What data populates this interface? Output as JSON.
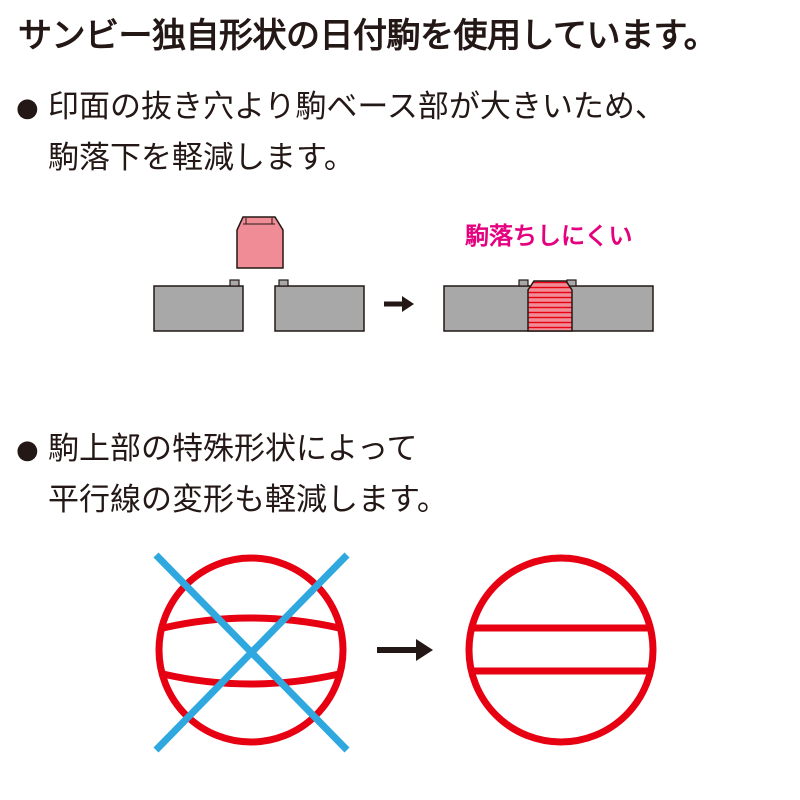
{
  "headline": "サンビー独自形状の日付駒を使用しています。",
  "points": [
    {
      "bullet": "●",
      "line1": "印面の抜き穴より駒ベース部が大きいため、",
      "line2": "駒落下を軽減します。"
    },
    {
      "bullet": "●",
      "line1": "駒上部の特殊形状によって",
      "line2": "平行線の変形も軽減します。"
    }
  ],
  "diagram_1": {
    "callout": "駒落ちしにくい",
    "arrow": "→"
  },
  "diagram_2": {
    "arrow": "→"
  },
  "colors": {
    "text": "#231815",
    "callout": "#e4007f",
    "plate_fill": "#a7a8a7",
    "plate_stroke": "#231815",
    "piece_fill": "#ef8c95",
    "piece_hatch": "#e60012",
    "seal_red": "#e60012",
    "cross_blue": "#2fa8e0"
  },
  "icons": {
    "bullet": "black-circle",
    "arrow": "right-arrow-icon",
    "cross": "x-mark-icon"
  }
}
